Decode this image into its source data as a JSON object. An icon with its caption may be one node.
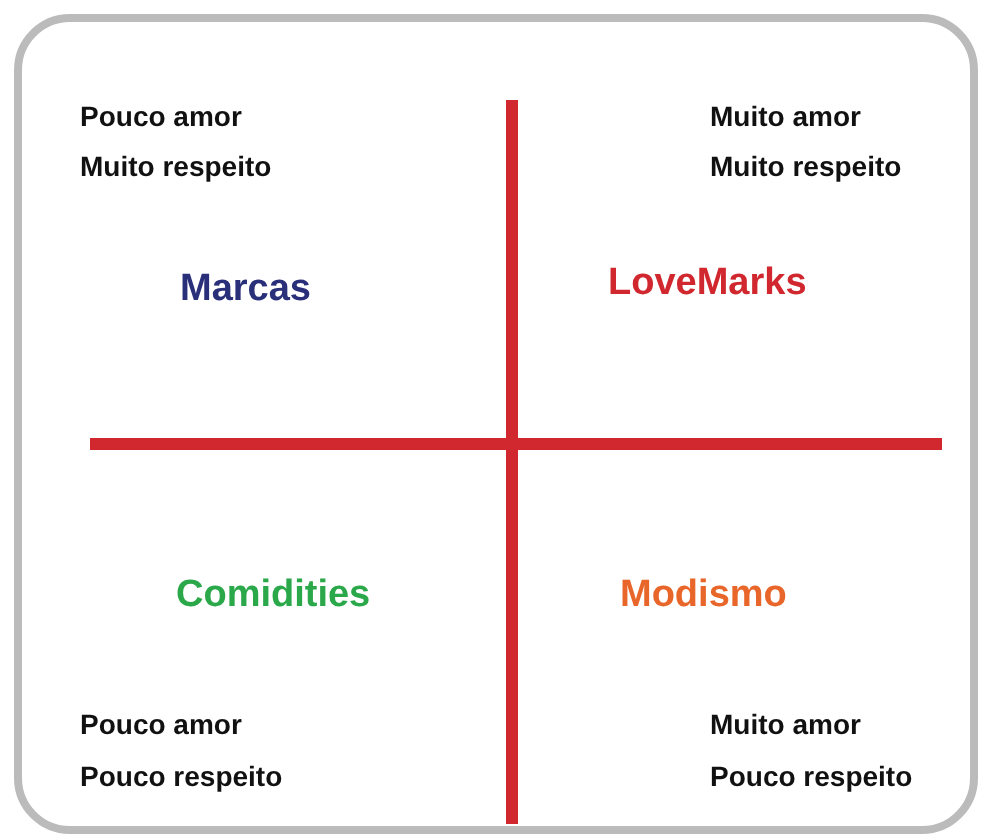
{
  "diagram": {
    "labels": [
      "Pouco amor",
      "Muito respeito",
      "Muito amor",
      "Muito respeito",
      "Marcas",
      "LoveMarks",
      "Comidities",
      "Modismo",
      "Pouco amor",
      "Pouco respeito",
      "Muito amor",
      "Pouco respeito"
    ]
  }
}
